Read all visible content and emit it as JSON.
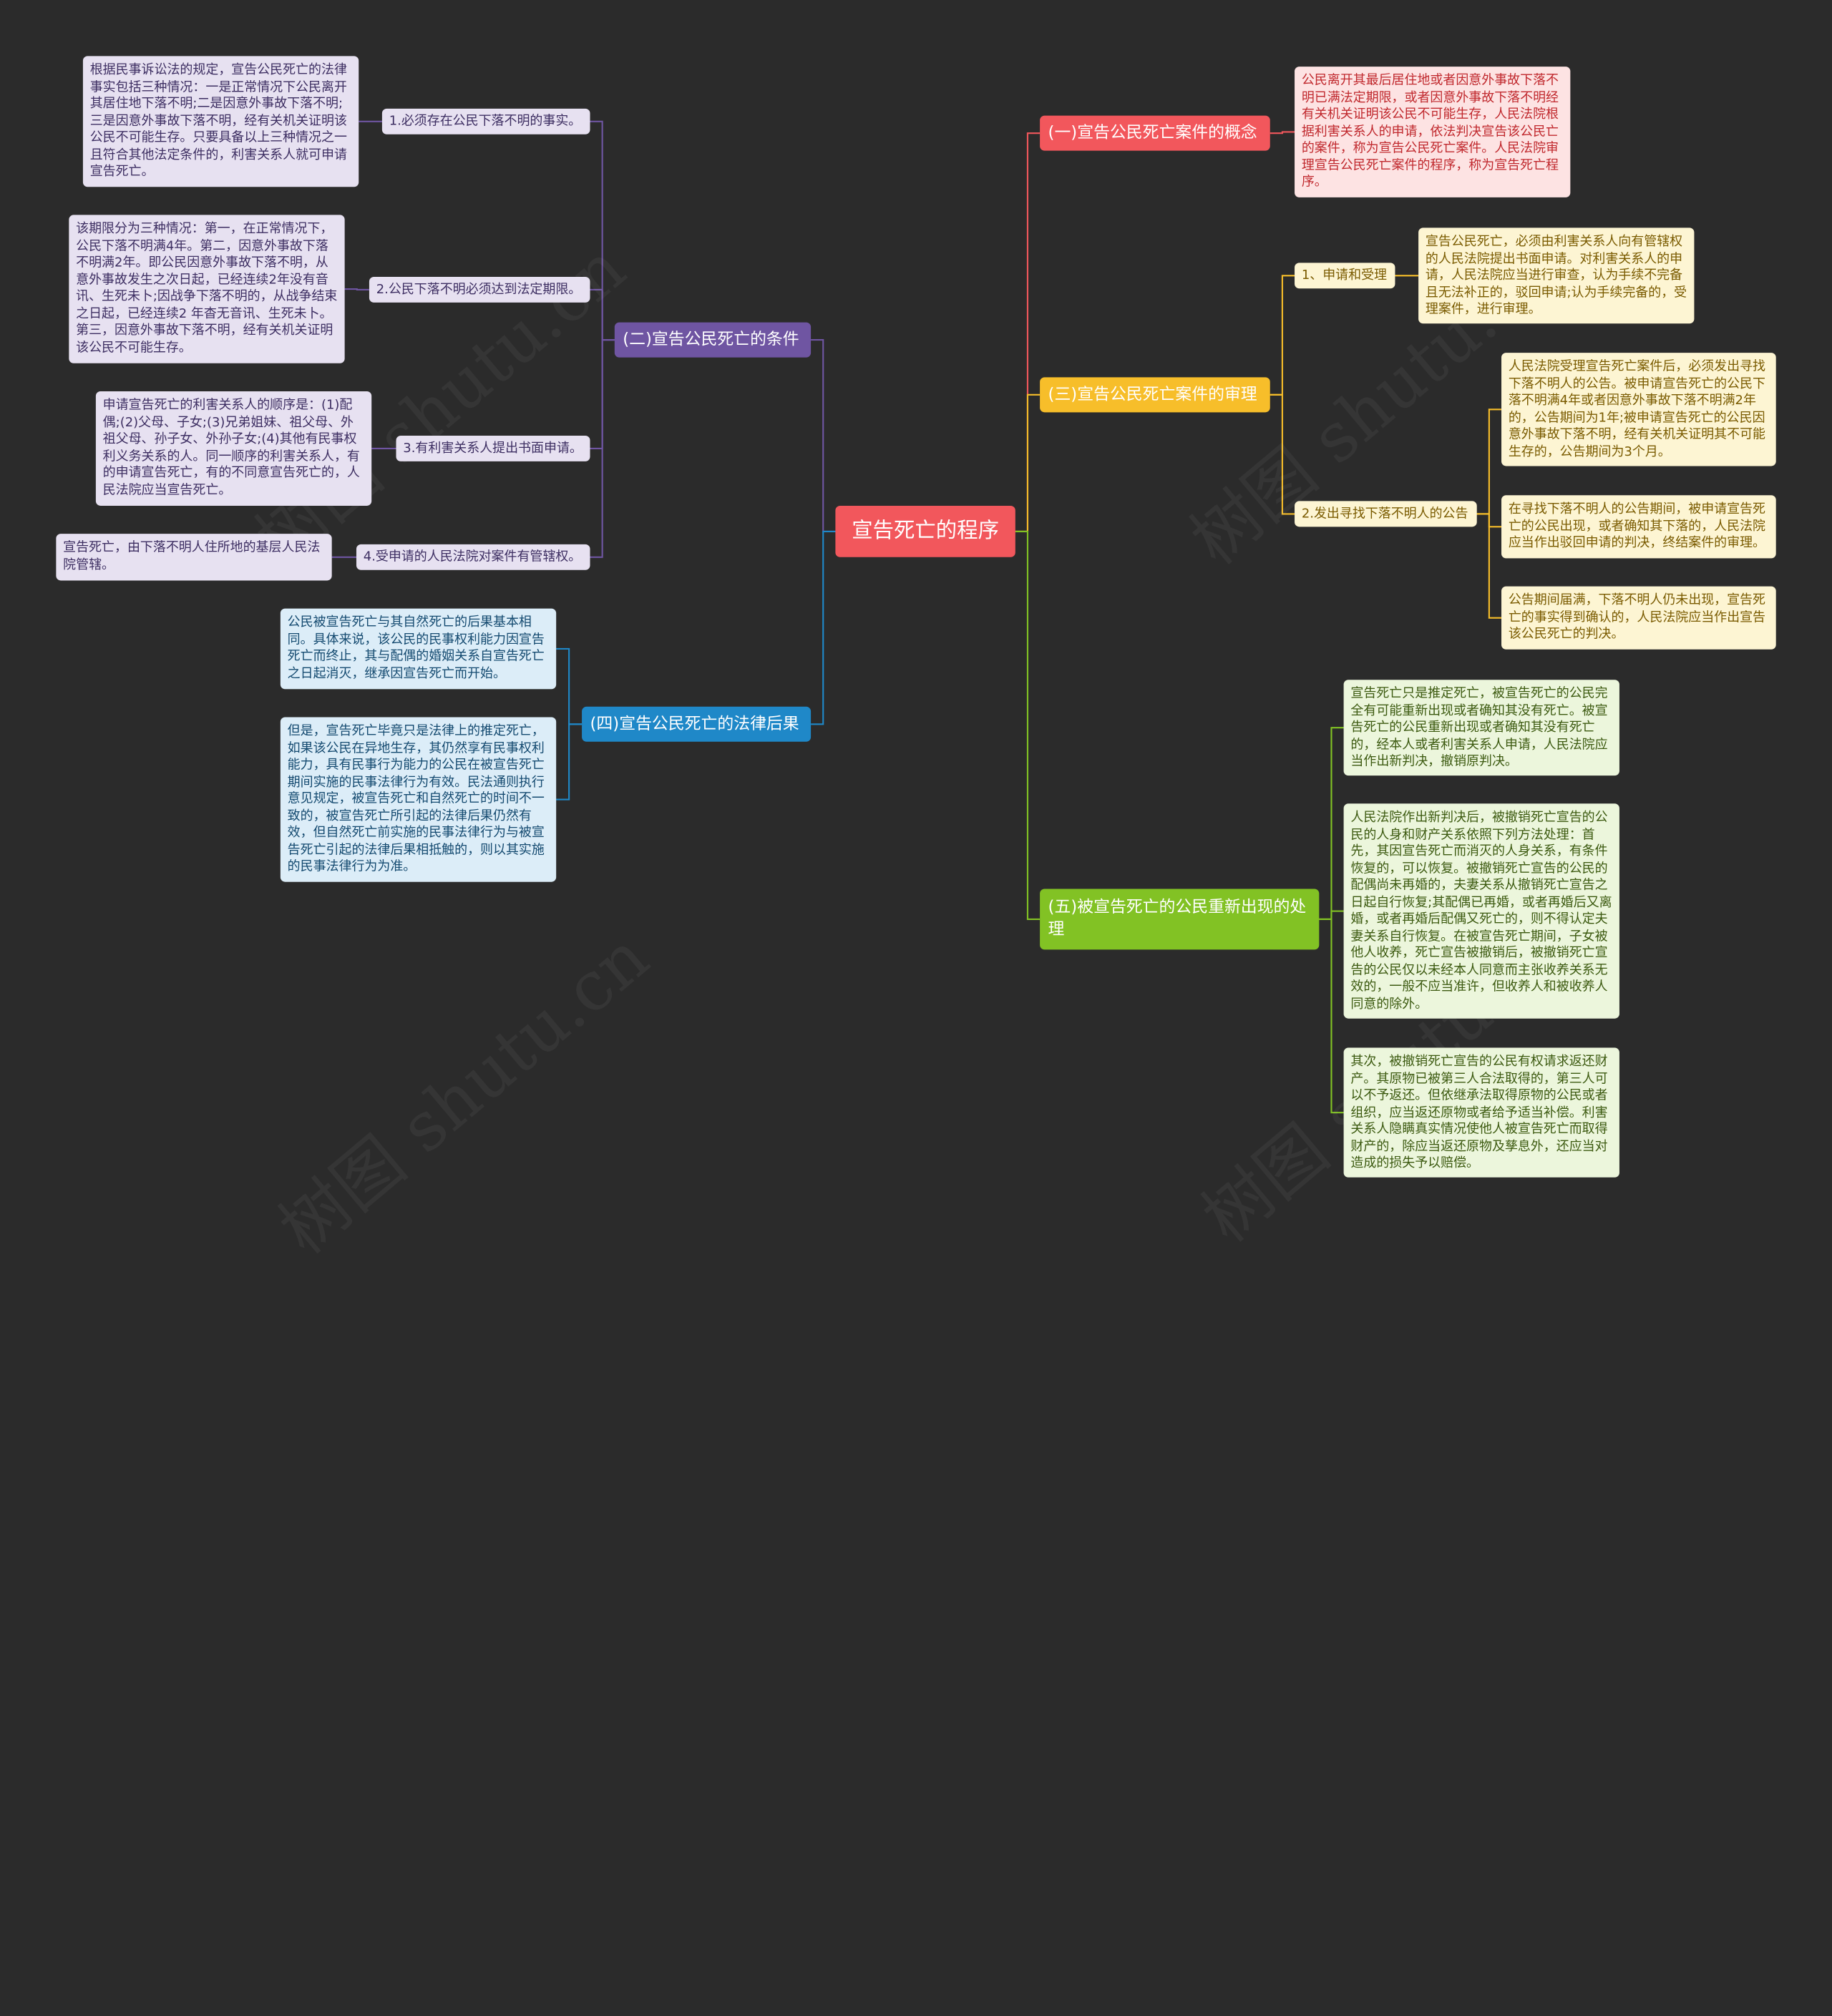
{
  "colors": {
    "background": "#2b2b2b",
    "red": "#f2575c",
    "yellow": "#f7be2a",
    "green": "#82c224",
    "purple": "#6f55a2",
    "blue": "#1f88c8"
  },
  "watermark": "树图 shutu.cn",
  "root": "宣告死亡的程序",
  "branches": {
    "concept": {
      "label": "(一)宣告公民死亡案件的概念",
      "leaf": "公民离开其最后居住地或者因意外事故下落不明已满法定期限，或者因意外事故下落不明经有关机关证明该公民不可能生存，人民法院根据利害关系人的申请，依法判决宣告该公民亡的案件，称为宣告公民死亡案件。人民法院审理宣告公民死亡案件的程序，称为宣告死亡程序。"
    },
    "trial": {
      "label": "(三)宣告公民死亡案件的审理",
      "sub1": {
        "label": "1、申请和受理",
        "leaf": "宣告公民死亡，必须由利害关系人向有管辖权的人民法院提出书面申请。对利害关系人的申请，人民法院应当进行审查，认为手续不完备且无法补正的，驳回申请;认为手续完备的，受理案件，进行审理。"
      },
      "sub2": {
        "label": "2.发出寻找下落不明人的公告",
        "leaf1": "人民法院受理宣告死亡案件后，必须发出寻找下落不明人的公告。被申请宣告死亡的公民下落不明满4年或者因意外事故下落不明满2年的，公告期间为1年;被申请宣告死亡的公民因意外事故下落不明，经有关机关证明其不可能生存的，公告期间为3个月。",
        "leaf2": "在寻找下落不明人的公告期间，被申请宣告死亡的公民出现，或者确知其下落的，人民法院应当作出驳回申请的判决，终结案件的审理。",
        "leaf3": "公告期间届满，下落不明人仍未出现，宣告死亡的事实得到确认的，人民法院应当作出宣告该公民死亡的判决。"
      }
    },
    "reappear": {
      "label": "(五)被宣告死亡的公民重新出现的处理",
      "leaf1": "宣告死亡只是推定死亡，被宣告死亡的公民完全有可能重新出现或者确知其没有死亡。被宣告死亡的公民重新出现或者确知其没有死亡的，经本人或者利害关系人申请，人民法院应当作出新判决，撤销原判决。",
      "leaf2": "人民法院作出新判决后，被撤销死亡宣告的公民的人身和财产关系依照下列方法处理：首先，其因宣告死亡而消灭的人身关系，有条件恢复的，可以恢复。被撤销死亡宣告的公民的配偶尚未再婚的，夫妻关系从撤销死亡宣告之日起自行恢复;其配偶已再婚，或者再婚后又离婚，或者再婚后配偶又死亡的，则不得认定夫妻关系自行恢复。在被宣告死亡期间，子女被他人收养，死亡宣告被撤销后，被撤销死亡宣告的公民仅以未经本人同意而主张收养关系无效的，一般不应当准许，但收养人和被收养人同意的除外。",
      "leaf3": "其次，被撤销死亡宣告的公民有权请求返还财产。其原物已被第三人合法取得的，第三人可以不予返还。但依继承法取得原物的公民或者组织，应当返还原物或者给予适当补偿。利害关系人隐瞒真实情况使他人被宣告死亡而取得财产的，除应当返还原物及孳息外，还应当对造成的损失予以赔偿。"
    },
    "conditions": {
      "label": "(二)宣告公民死亡的条件",
      "sub1": {
        "label": "1.必须存在公民下落不明的事实。",
        "leaf": "根据民事诉讼法的规定，宣告公民死亡的法律事实包括三种情况：一是正常情况下公民离开其居住地下落不明;二是因意外事故下落不明;三是因意外事故下落不明，经有关机关证明该公民不可能生存。只要具备以上三种情况之一且符合其他法定条件的，利害关系人就可申请宣告死亡。"
      },
      "sub2": {
        "label": "2.公民下落不明必须达到法定期限。",
        "leaf": "该期限分为三种情况：第一，在正常情况下，公民下落不明满4年。第二，因意外事故下落不明满2年。即公民因意外事故下落不明，从意外事故发生之次日起，已经连续2年没有音讯、生死未卜;因战争下落不明的，从战争结束之日起，已经连续2 年杳无音讯、生死未卜。第三，因意外事故下落不明，经有关机关证明该公民不可能生存。"
      },
      "sub3": {
        "label": "3.有利害关系人提出书面申请。",
        "leaf": "申请宣告死亡的利害关系人的顺序是：(1)配偶;(2)父母、子女;(3)兄弟姐妹、祖父母、外祖父母、孙子女、外孙子女;(4)其他有民事权利义务关系的人。同一顺序的利害关系人，有的申请宣告死亡，有的不同意宣告死亡的，人民法院应当宣告死亡。"
      },
      "sub4": {
        "label": "4.受申请的人民法院对案件有管辖权。",
        "leaf": "宣告死亡，由下落不明人住所地的基层人民法院管辖。"
      }
    },
    "consequences": {
      "label": "(四)宣告公民死亡的法律后果",
      "leaf1": "公民被宣告死亡与其自然死亡的后果基本相同。具体来说，该公民的民事权利能力因宣告死亡而终止，其与配偶的婚姻关系自宣告死亡之日起消灭，继承因宣告死亡而开始。",
      "leaf2": "但是，宣告死亡毕竟只是法律上的推定死亡，如果该公民在异地生存，其仍然享有民事权利能力，具有民事行为能力的公民在被宣告死亡期间实施的民事法律行为有效。民法通则执行意见规定，被宣告死亡和自然死亡的时间不一致的，被宣告死亡所引起的法律后果仍然有效，但自然死亡前实施的民事法律行为与被宣告死亡引起的法律后果相抵触的，则以其实施的民事法律行为为准。"
    }
  }
}
